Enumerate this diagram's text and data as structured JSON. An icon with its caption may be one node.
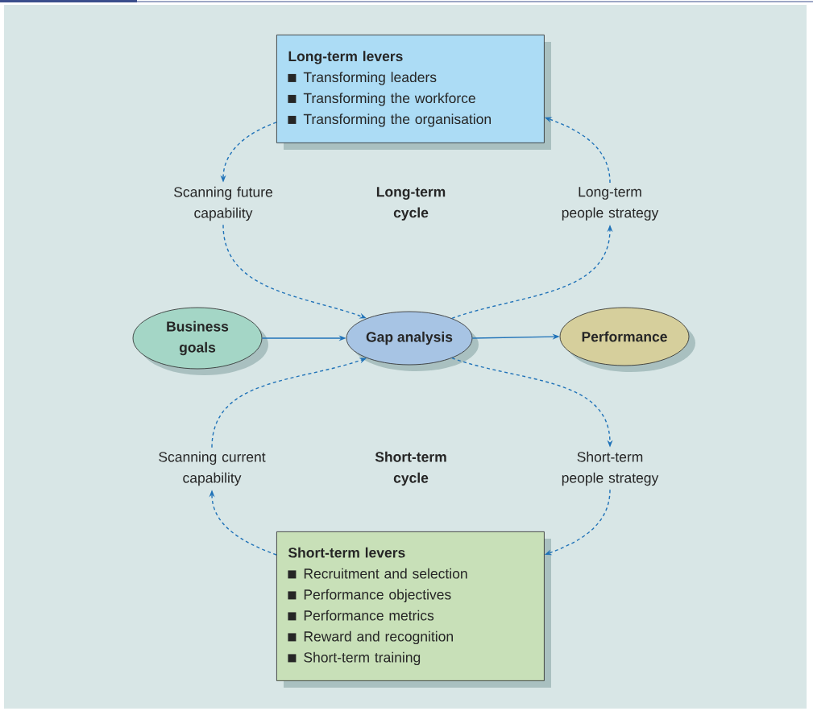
{
  "diagram": {
    "nodes": [
      {
        "text": [
          "Long-term levers",
          "Transforming leaders",
          "Transforming the workforce",
          "Transforming the organisation"
        ]
      },
      {
        "text": [
          "Scanning future capability"
        ]
      },
      {
        "text": [
          "Long-term people strategy"
        ]
      },
      {
        "text": [
          "Business goals"
        ]
      },
      {
        "text": [
          "Gap analysis"
        ]
      },
      {
        "text": [
          "Performance"
        ]
      },
      {
        "text": [
          "Scanning current capability"
        ]
      },
      {
        "text": [
          "Short-term people strategy"
        ]
      },
      {
        "text": [
          "Short-term levers",
          "Recruitment and selection",
          "Performance objectives",
          "Performance metrics",
          "Reward and recognition",
          "Short-term training"
        ]
      }
    ],
    "edges": [
      {
        "from": 0,
        "to": 1,
        "arrow": "to",
        "style": "dashed"
      },
      {
        "from": 1,
        "to": 4,
        "arrow": "to",
        "style": "dashed"
      },
      {
        "from": 4,
        "to": 2,
        "arrow": "to",
        "style": "dashed"
      },
      {
        "from": 2,
        "to": 0,
        "arrow": "to",
        "style": "dashed"
      },
      {
        "from": 3,
        "to": 4,
        "arrow": "to"
      },
      {
        "from": 4,
        "to": 5,
        "arrow": "to"
      },
      {
        "from": 4,
        "to": 7,
        "arrow": "to",
        "style": "dashed"
      },
      {
        "from": 7,
        "to": 8,
        "arrow": "to",
        "style": "dashed"
      },
      {
        "from": 8,
        "to": 6,
        "arrow": "to",
        "style": "dashed"
      },
      {
        "from": 6,
        "to": 4,
        "arrow": "to",
        "style": "dashed"
      }
    ],
    "labels": [
      "Long-term cycle",
      "Short-term cycle"
    ]
  }
}
